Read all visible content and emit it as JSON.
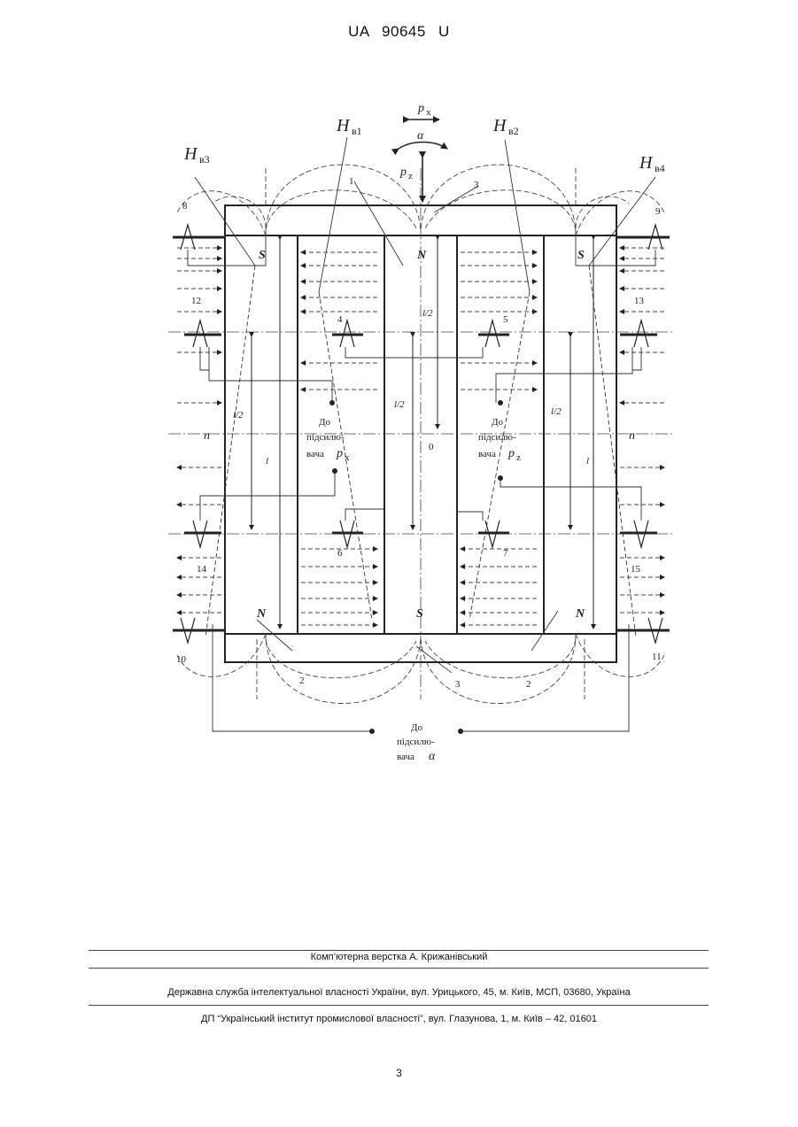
{
  "header": {
    "patent_number": "UA   90645   U"
  },
  "figure": {
    "labels": {
      "h_b1": "H",
      "h_b1_sub": "в1",
      "h_b2": "H",
      "h_b2_sub": "в2",
      "h_b3": "H",
      "h_b3_sub": "в3",
      "h_b4": "H",
      "h_b4_sub": "в4",
      "px": "p",
      "px_sub": "x",
      "alpha": "α",
      "pz": "p",
      "pz_sub": "z",
      "n1": "1",
      "n2a": "2",
      "n2b": "2",
      "n2c": "2",
      "n3a": "3",
      "n3b": "3",
      "n4": "4",
      "n5": "5",
      "n6": "6",
      "n7": "7",
      "n8": "8",
      "n9": "9",
      "n10": "10",
      "n11": "11",
      "n12": "12",
      "n13": "13",
      "n14": "14",
      "n15": "15",
      "pole_s_left": "S",
      "pole_n_center": "N",
      "pole_s_right": "S",
      "pole_n_left": "N",
      "pole_s_center": "S",
      "pole_n_right": "N",
      "l2_top": "l/2",
      "l2_left": "l/2",
      "l2_center": "l/2",
      "l2_right": "l/2",
      "l_left": "l",
      "l_right": "l",
      "zero": "0",
      "n_left": "n",
      "n_right": "n",
      "amp_px_1": "До",
      "amp_px_2": "підсилю-",
      "amp_px_3": "вача",
      "amp_px_sym": "p",
      "amp_px_sub": "x",
      "amp_pz_1": "До",
      "amp_pz_2": "підсилю-",
      "amp_pz_3": "вача",
      "amp_pz_sym": "p",
      "amp_pz_sub": "z",
      "amp_a_1": "До",
      "amp_a_2": "підсилю-",
      "amp_a_3": "вача",
      "amp_a_sym": "α"
    }
  },
  "footer": {
    "layout": "Комп’ютерна верстка А. Крижанівський",
    "service": "Державна служба інтелектуальної власності України, вул. Урицького, 45, м. Київ, МСП, 03680, Україна",
    "institute": "ДП “Український інститут промислової власності”, вул. Глазунова, 1, м. Київ – 42, 01601"
  },
  "page": {
    "number": "3"
  }
}
